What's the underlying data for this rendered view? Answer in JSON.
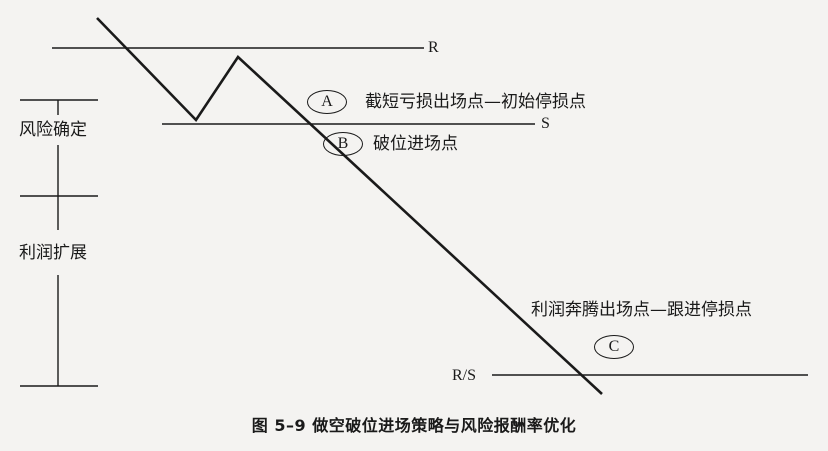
{
  "labels": {
    "R": "R",
    "S": "S",
    "RS": "R/S",
    "A_marker": "A",
    "B_marker": "B",
    "C_marker": "C",
    "A_text": "截短亏损出场点—初始停损点",
    "B_text": "破位进场点",
    "C_text": "利润奔腾出场点—跟进停损点",
    "risk": "风险确定",
    "profit": "利润扩展"
  },
  "caption": "图 5–9   做空破位进场策略与风险报酬率优化",
  "colors": {
    "line": "#1a1a1a",
    "background": "#f4f3f1"
  }
}
